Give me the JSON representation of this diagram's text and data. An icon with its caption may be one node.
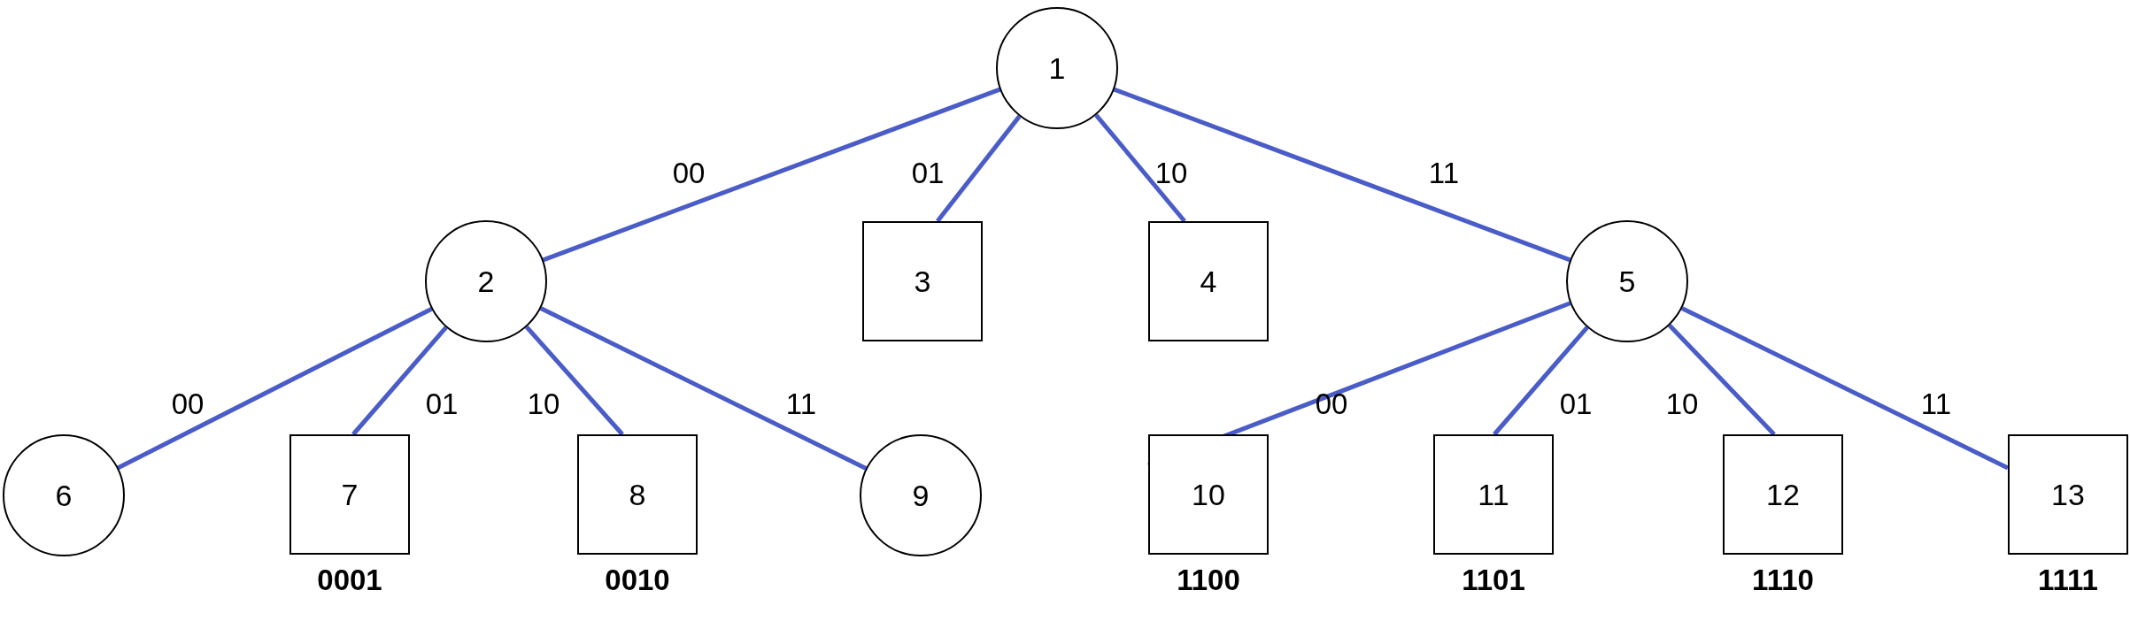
{
  "diagram": {
    "nodes": [
      {
        "text": [
          "1"
        ]
      },
      {
        "text": [
          "2"
        ]
      },
      {
        "text": [
          "3"
        ]
      },
      {
        "text": [
          "4"
        ]
      },
      {
        "text": [
          "5"
        ]
      },
      {
        "text": [
          "6"
        ]
      },
      {
        "text": [
          "7"
        ],
        "beside": [
          "0001"
        ]
      },
      {
        "text": [
          "8"
        ],
        "beside": [
          "0010"
        ]
      },
      {
        "text": [
          "9"
        ]
      },
      {
        "text": [
          "10"
        ],
        "beside": [
          "1100"
        ]
      },
      {
        "text": [
          "11"
        ],
        "beside": [
          "1101"
        ]
      },
      {
        "text": [
          "12"
        ],
        "beside": [
          "1110"
        ]
      },
      {
        "text": [
          "13"
        ],
        "beside": [
          "1111"
        ]
      }
    ],
    "edges": [
      {
        "from": 0,
        "to": 1,
        "arrow": "none",
        "label": "00"
      },
      {
        "from": 0,
        "to": 2,
        "arrow": "none",
        "label": "01"
      },
      {
        "from": 0,
        "to": 3,
        "arrow": "none",
        "label": "10"
      },
      {
        "from": 0,
        "to": 4,
        "arrow": "none",
        "label": "11"
      },
      {
        "from": 1,
        "to": 5,
        "arrow": "none",
        "label": "00"
      },
      {
        "from": 1,
        "to": 6,
        "arrow": "none",
        "label": "01"
      },
      {
        "from": 1,
        "to": 7,
        "arrow": "none",
        "label": "10"
      },
      {
        "from": 1,
        "to": 8,
        "arrow": "none",
        "label": "11"
      },
      {
        "from": 4,
        "to": 9,
        "arrow": "none",
        "label": "00"
      },
      {
        "from": 4,
        "to": 10,
        "arrow": "none",
        "label": "01"
      },
      {
        "from": 4,
        "to": 11,
        "arrow": "none",
        "label": "10"
      },
      {
        "from": 4,
        "to": 12,
        "arrow": "none",
        "label": "11"
      }
    ]
  }
}
